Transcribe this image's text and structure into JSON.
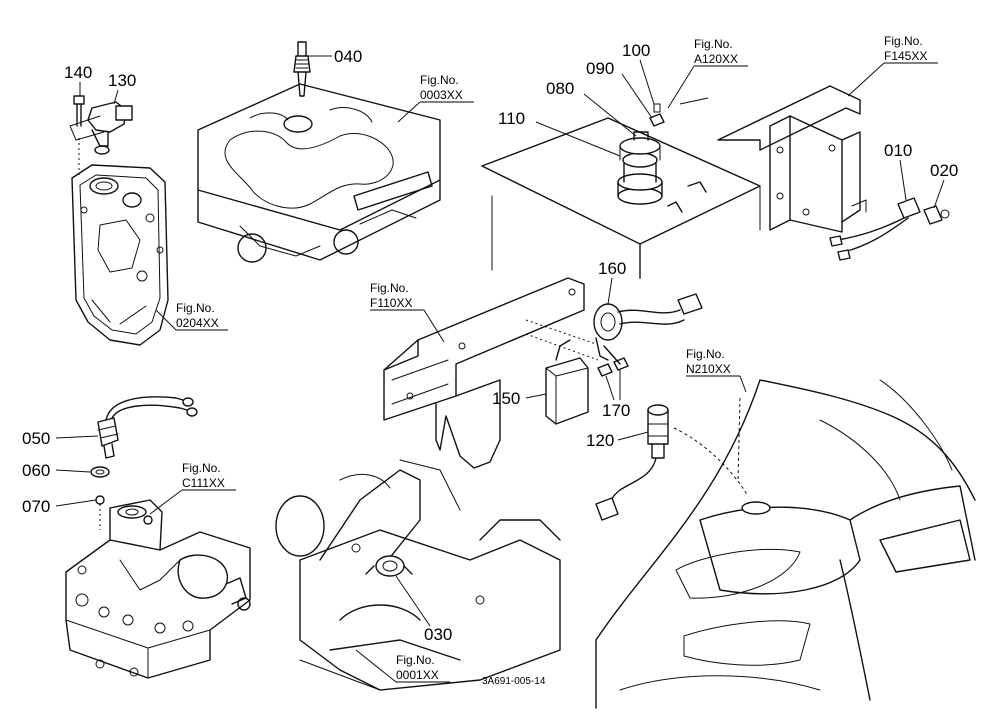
{
  "diagram": {
    "drawing_code": "3A691-005-14",
    "parts": {
      "p010": "010",
      "p020": "020",
      "p030": "030",
      "p040": "040",
      "p050": "050",
      "p060": "060",
      "p070": "070",
      "p080": "080",
      "p090": "090",
      "p100": "100",
      "p110": "110",
      "p120": "120",
      "p130": "130",
      "p140": "140",
      "p150": "150",
      "p160": "160",
      "p170": "170"
    },
    "figure_refs": {
      "label": "Fig.No.",
      "f0003": "0003XX",
      "f0204": "0204XX",
      "fA120": "A120XX",
      "fF145": "F145XX",
      "fF110": "F110XX",
      "fC111": "C111XX",
      "fN210": "N210XX",
      "f0001": "0001XX"
    }
  }
}
